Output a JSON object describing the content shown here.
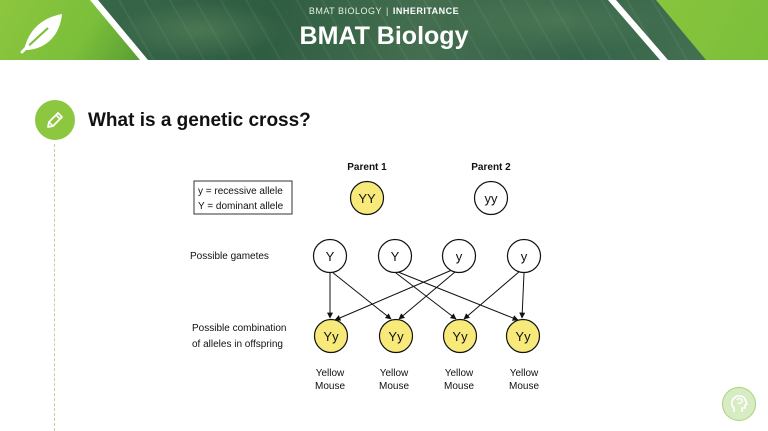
{
  "header": {
    "course": "BMAT BIOLOGY",
    "separator": "|",
    "topic": "INHERITANCE",
    "title": "BMAT Biology"
  },
  "section": {
    "heading": "What is a genetic cross?"
  },
  "icons": {
    "logo": "leaf-icon",
    "section": "pencil-icon",
    "footer": "brain-head-icon"
  },
  "colors": {
    "accent": "#8dc63f",
    "allele_fill": "#f7ea7a",
    "gamete_fill": "#ffffff"
  },
  "diagram": {
    "legend": {
      "line1": "y = recessive allele",
      "line2": "Y = dominant allele"
    },
    "parents": [
      {
        "label": "Parent 1",
        "genotype": "YY"
      },
      {
        "label": "Parent 2",
        "genotype": "yy"
      }
    ],
    "gametes_label": "Possible gametes",
    "gametes": [
      "Y",
      "Y",
      "y",
      "y"
    ],
    "offspring_label_line1": "Possible combination",
    "offspring_label_line2": "of alleles in offspring",
    "offspring": [
      {
        "genotype": "Yy",
        "phenotype_line1": "Yellow",
        "phenotype_line2": "Mouse"
      },
      {
        "genotype": "Yy",
        "phenotype_line1": "Yellow",
        "phenotype_line2": "Mouse"
      },
      {
        "genotype": "Yy",
        "phenotype_line1": "Yellow",
        "phenotype_line2": "Mouse"
      },
      {
        "genotype": "Yy",
        "phenotype_line1": "Yellow",
        "phenotype_line2": "Mouse"
      }
    ]
  }
}
